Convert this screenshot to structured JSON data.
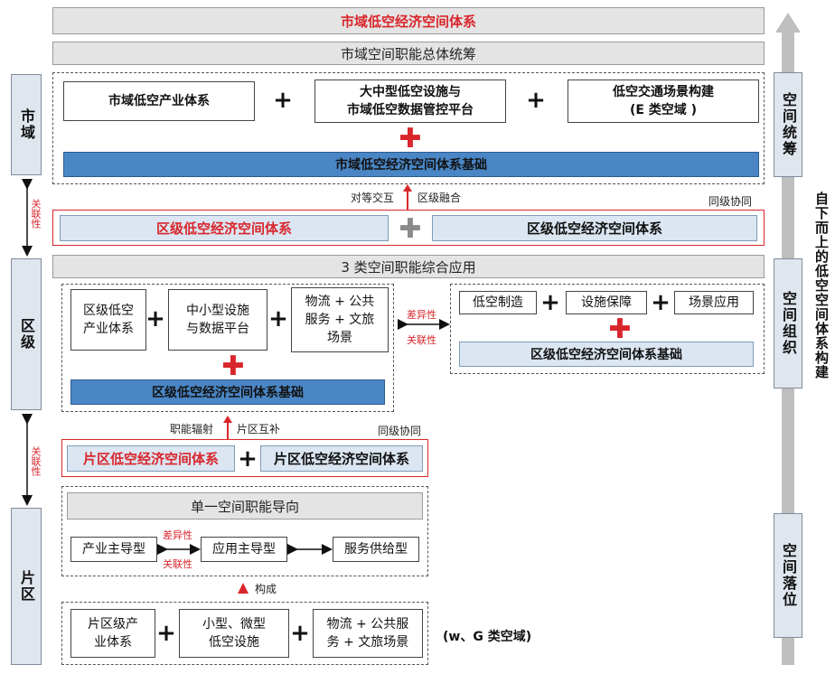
{
  "top": {
    "title": "市域低空经济空间体系",
    "coordination": "市域空间职能总体统筹"
  },
  "left_labels": {
    "city": "市域",
    "district": "区级",
    "zone": "片区",
    "relation": "关联性"
  },
  "right_labels": {
    "overall": "空间统筹",
    "organization": "空间组织",
    "landing": "空间落位",
    "bottom_up": "自下而上的低空空间体系构建"
  },
  "city": {
    "box1": "市域低空产业体系",
    "box2_line1": "大中型低空设施与",
    "box2_line2": "市域低空数据管控平台",
    "box3_line1": "低空交通场景构建",
    "box3_line2": "(E 类空域 )",
    "foundation": "市域低空经济空间体系基础",
    "up_left": "对等交互",
    "up_right": "区级融合",
    "peer": "同级协同"
  },
  "district_row": {
    "left": "区级低空经济空间体系",
    "right": "区级低空经济空间体系"
  },
  "district": {
    "comprehensive": "3 类空间职能综合应用",
    "box1_line1": "区级低空",
    "box1_line2": "产业体系",
    "box2_line1": "中小型设施",
    "box2_line2": "与数据平台",
    "box3_line1": "物流 + 公共",
    "box3_line2": "服务 + 文旅",
    "box3_line3": "场景",
    "difference": "差异性",
    "relevance": "关联性",
    "foundation": "区级低空经济空间体系基础",
    "right_box1": "低空制造",
    "right_box2": "设施保障",
    "right_box3": "场景应用",
    "right_foundation": "区级低空经济空间体系基础",
    "up_left": "职能辐射",
    "up_right": "片区互补",
    "peer": "同级协同"
  },
  "zone_row": {
    "left": "片区低空经济空间体系",
    "right": "片区低空经济空间体系"
  },
  "zone": {
    "single": "单一空间职能导向",
    "type1": "产业主导型",
    "type2": "应用主导型",
    "type3": "服务供给型",
    "difference": "差异性",
    "relevance": "关联性",
    "compose": "构成",
    "box1_line1": "片区级产",
    "box1_line2": "业体系",
    "box2_line1": "小型、微型",
    "box2_line2": "低空设施",
    "box3_line1": "物流 + 公共服",
    "box3_line2": "务 + 文旅场景",
    "airspace_note": "(w、G 类空域)"
  },
  "colors": {
    "red": "#d9262c",
    "blue": "#4a86c5",
    "pale_blue": "#dbe6f2",
    "gray": "#e4e4e4"
  }
}
